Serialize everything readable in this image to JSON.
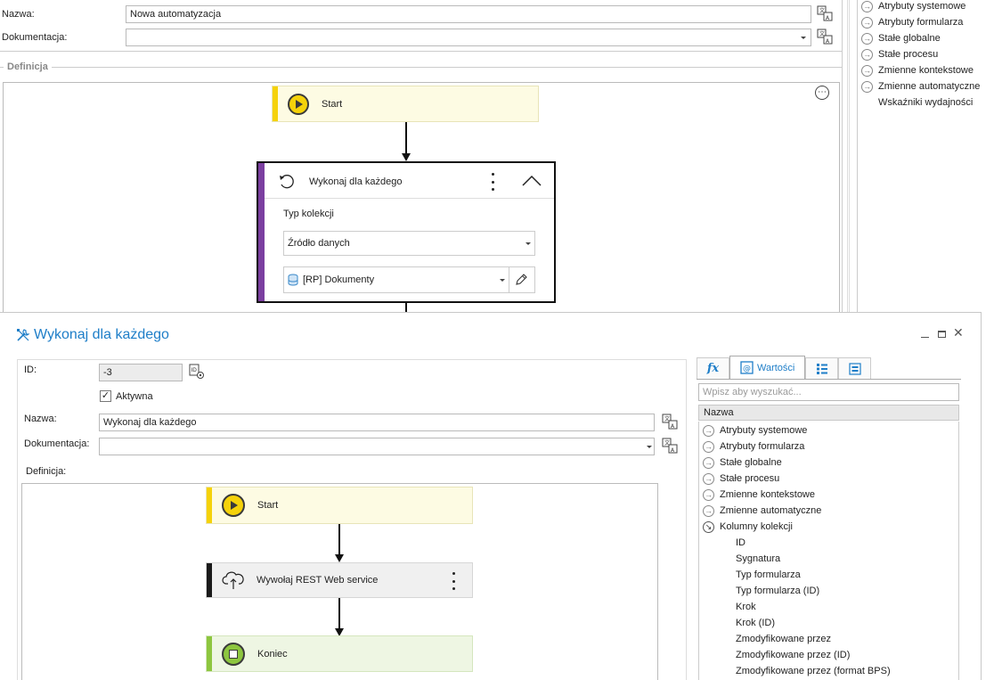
{
  "top_form": {
    "name_label": "Nazwa:",
    "name_value": "Nowa automatyzacja",
    "doc_label": "Dokumentacja:",
    "definition_label": "Definicja"
  },
  "top_right_tree": [
    "Atrybuty systemowe",
    "Atrybuty formularza",
    "Stałe globalne",
    "Stałe procesu",
    "Zmienne kontekstowe",
    "Zmienne automatyczne"
  ],
  "top_right_plain": "Wskaźniki wydajności",
  "top_diagram": {
    "start_label": "Start",
    "foreach_title": "Wykonaj dla każdego",
    "collection_type_label": "Typ kolekcji",
    "source_select": "Źródło danych",
    "datasource_select": "[RP] Dokumenty"
  },
  "dialog": {
    "title": "Wykonaj dla każdego",
    "id_label": "ID:",
    "id_value": "-3",
    "active_label": "Aktywna",
    "name_label": "Nazwa:",
    "name_value": "Wykonaj dla każdego",
    "doc_label": "Dokumentacja:",
    "definition_label": "Definicja:",
    "flow": {
      "start_label": "Start",
      "rest_label": "Wywołaj REST Web service",
      "end_label": "Koniec"
    },
    "right_panel": {
      "tab_fx": "fx",
      "tab_values": "Wartości",
      "search_placeholder": "Wpisz aby wyszukać...",
      "column_header": "Nazwa",
      "tree": [
        "Atrybuty systemowe",
        "Atrybuty formularza",
        "Stałe globalne",
        "Stałe procesu",
        "Zmienne kontekstowe",
        "Zmienne automatyczne"
      ],
      "expanded_item": "Kolumny kolekcji",
      "children": [
        "ID",
        "Sygnatura",
        "Typ formularza",
        "Typ formularza (ID)",
        "Krok",
        "Krok (ID)",
        "Zmodyfikowane przez",
        "Zmodyfikowane przez (ID)",
        "Zmodyfikowane przez (format BPS)"
      ]
    }
  },
  "colors": {
    "accent_blue": "#1e7ec8",
    "start_yellow": "#f5d20a",
    "foreach_purple": "#7b3fa0",
    "rest_black": "#1a1a1a",
    "end_green": "#8dc63f"
  }
}
